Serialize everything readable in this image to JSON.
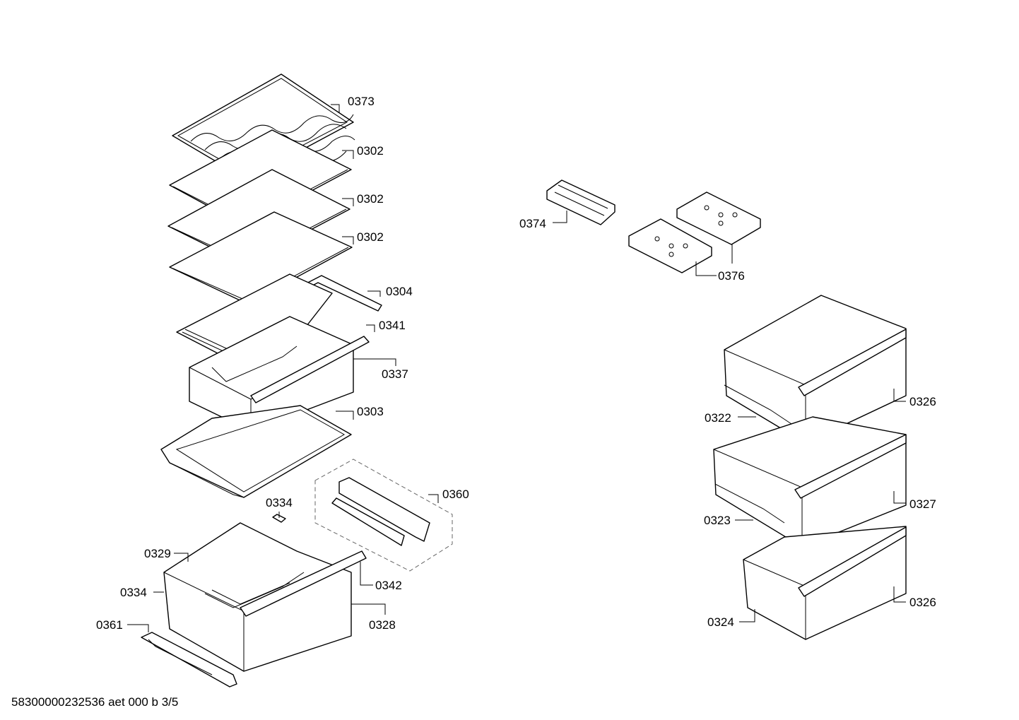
{
  "labels": {
    "l0373": "0373",
    "l0302a": "0302",
    "l0302b": "0302",
    "l0302c": "0302",
    "l0304": "0304",
    "l0341": "0341",
    "l0337": "0337",
    "l0303": "0303",
    "l0360": "0360",
    "l0334a": "0334",
    "l0329": "0329",
    "l0334b": "0334",
    "l0342": "0342",
    "l0361": "0361",
    "l0328": "0328",
    "l0374": "0374",
    "l0376": "0376",
    "l0326a": "0326",
    "l0322": "0322",
    "l0327": "0327",
    "l0323": "0323",
    "l0326b": "0326",
    "l0324": "0324"
  },
  "footer": "58300000232536 aet 000 b 3/5"
}
